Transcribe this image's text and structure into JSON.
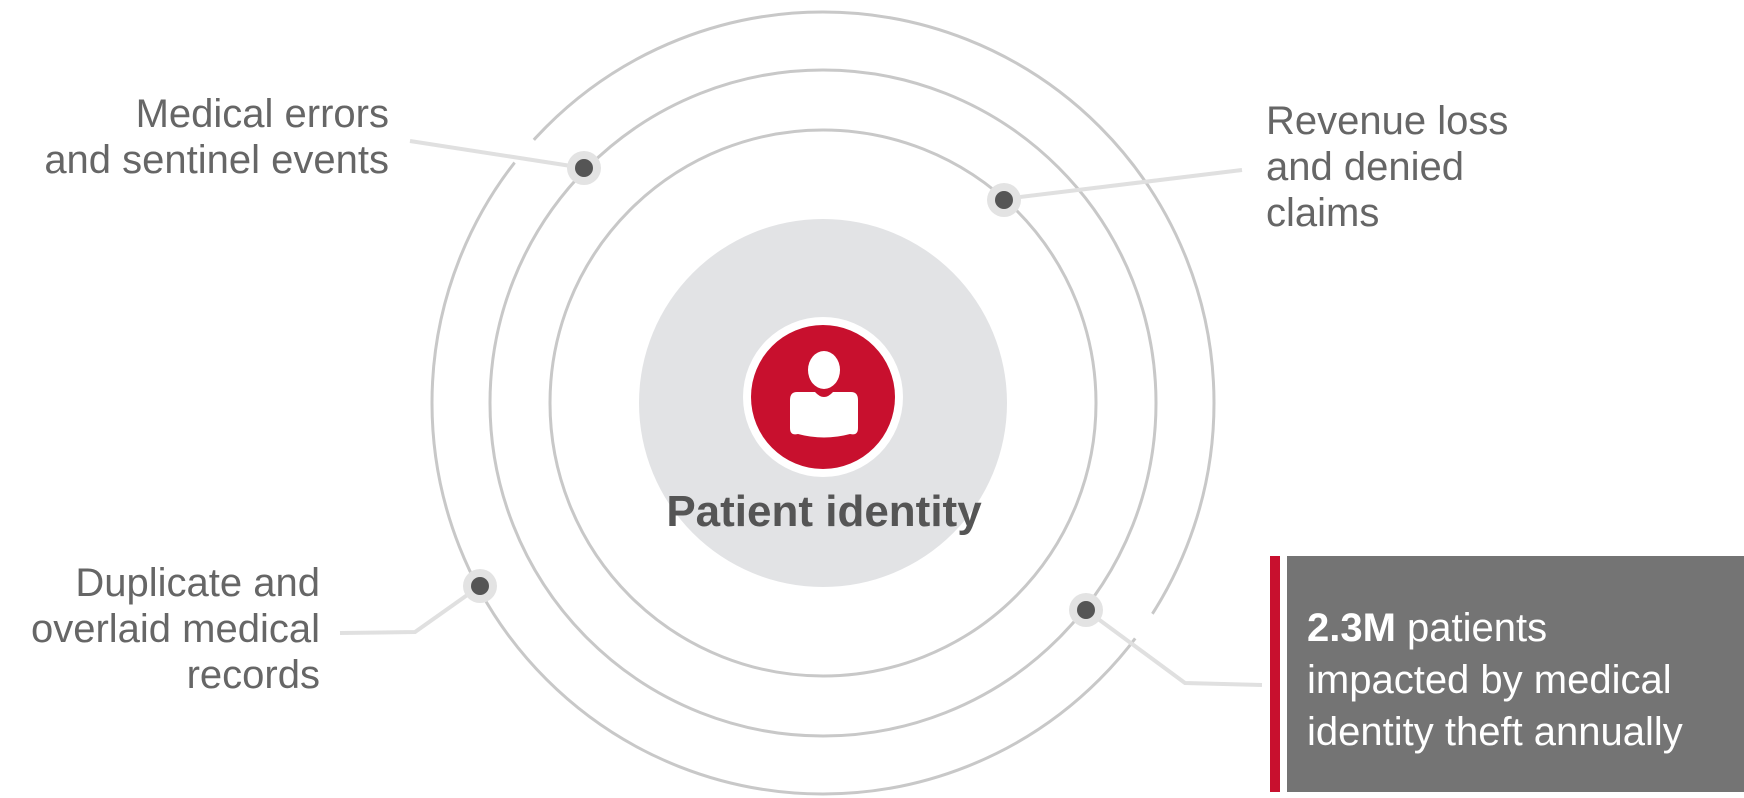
{
  "diagram": {
    "center_label": "Patient identity",
    "center_icon": "person-icon",
    "labels": {
      "medical_errors": "Medical errors\nand sentinel events",
      "revenue_loss": "Revenue loss\nand denied\nclaims",
      "duplicate_records": "Duplicate and\noverlaid medical\nrecords"
    },
    "stat": {
      "value": "2.3M",
      "text": " patients\nimpacted by medical\nidentity theft annually"
    }
  },
  "colors": {
    "accent_red": "#c8102e",
    "ring_gray": "#c8c8c8",
    "center_disc": "#e2e3e5",
    "text_gray": "#666666",
    "stat_box": "#747474",
    "node_dot": "#555555"
  }
}
